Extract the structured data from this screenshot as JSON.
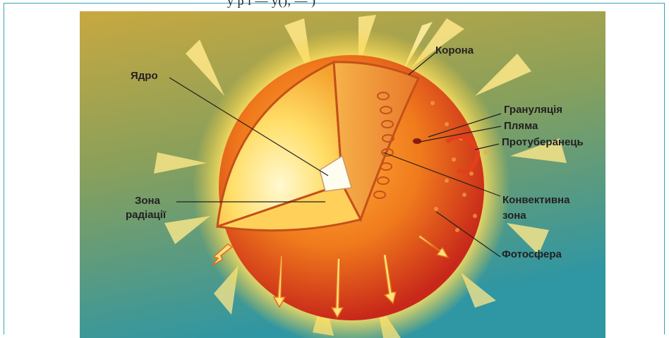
{
  "top_text": "у р і — у(), — )",
  "labels": {
    "corona": "Корона",
    "core": "Ядро",
    "granulation": "Грануляція",
    "spot": "Пляма",
    "prominence": "Протуберанець",
    "radiation_zone_line1": "Зона",
    "radiation_zone_line2": "радіації",
    "convective_zone_line1": "Конвективна",
    "convective_zone_line2": "зона",
    "photosphere": "Фотосфера"
  },
  "colors": {
    "frame": "#35a3bd",
    "background_top": "#b8a24a",
    "background_bottom": "#3b9aa0",
    "surface_outer": "#d8321a",
    "surface_inner": "#f48a1c",
    "core": "#fff6c8",
    "label": "#231f20"
  }
}
